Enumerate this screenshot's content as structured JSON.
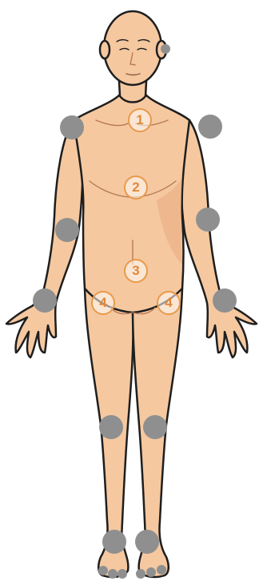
{
  "figure": {
    "skin_color": "#f5c8a0",
    "shadow_color": "#e8a97e",
    "outline_color": "#1e1e1e",
    "joint_marker_color": "#8f8f8f",
    "number_marker_color": "#e89a4a"
  },
  "markers": [
    {
      "label": "1",
      "region": "upper-chest"
    },
    {
      "label": "2",
      "region": "upper-abdomen"
    },
    {
      "label": "3",
      "region": "lower-abdomen"
    },
    {
      "label": "4",
      "region": "right-groin"
    },
    {
      "label": "4",
      "region": "left-groin"
    }
  ],
  "joints": [
    "right-ear",
    "right-shoulder",
    "left-shoulder",
    "right-elbow",
    "left-elbow",
    "right-wrist",
    "left-wrist",
    "right-knee",
    "left-knee",
    "right-ankle",
    "left-ankle",
    "right-foot-toes",
    "left-foot-toes"
  ]
}
